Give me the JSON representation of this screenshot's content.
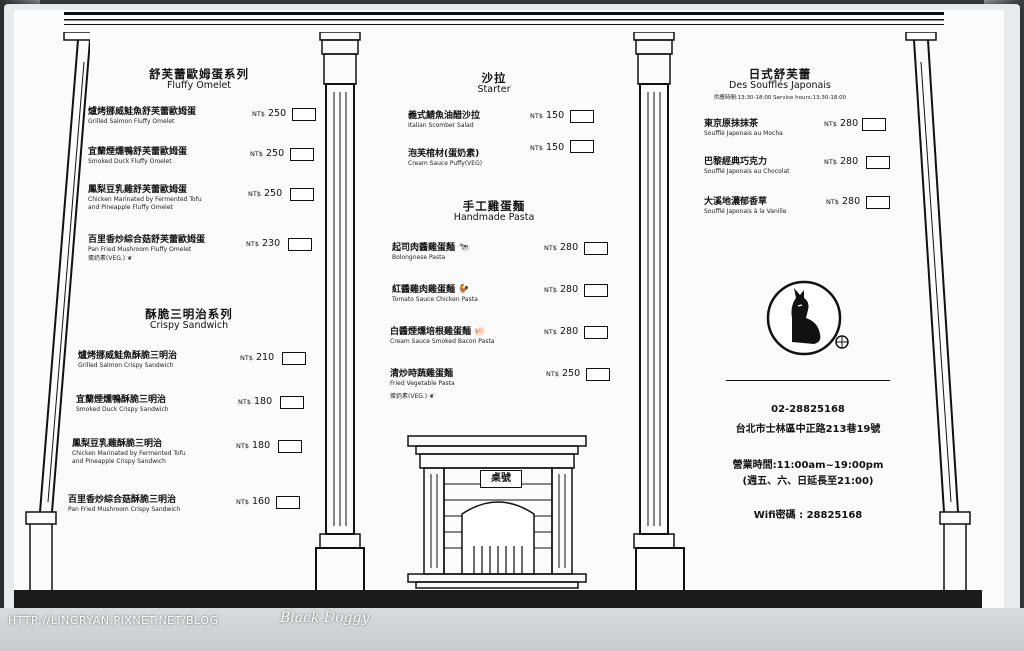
{
  "left": {
    "omelet": {
      "title_zh": "舒芙蕾歐姆蛋系列",
      "title_en": "Fluffy Omelet",
      "items": [
        {
          "zh": "爐烤挪威鮭魚舒芙蕾歐姆蛋",
          "en": "Grilled Salmon Fluffy Omelet",
          "en2": "",
          "cur": "NT$",
          "price": "250",
          "note": ""
        },
        {
          "zh": "宜蘭煙燻鴨舒芙蕾歐姆蛋",
          "en": "Smoked Duck Fluffy Omelet",
          "en2": "",
          "cur": "NT$",
          "price": "250",
          "note": ""
        },
        {
          "zh": "鳳梨豆乳雞舒芙蕾歐姆蛋",
          "en": "Chicken Marinated by Fermented Tofu",
          "en2": "and Pineapple Fluffy Omelet",
          "cur": "NT$",
          "price": "250",
          "note": ""
        },
        {
          "zh": "百里香炒綜合菇舒芙蕾歐姆蛋",
          "en": "Pan Fried Mushroom Fluffy Omelet",
          "en2": "",
          "cur": "NT$",
          "price": "230",
          "note": "蛋奶素(VEG.)"
        }
      ]
    },
    "sandwich": {
      "title_zh": "酥脆三明治系列",
      "title_en": "Crispy Sandwich",
      "items": [
        {
          "zh": "爐烤挪威鮭魚酥脆三明治",
          "en": "Grilled Salmon Crispy Sandwich",
          "en2": "",
          "cur": "NT$",
          "price": "210"
        },
        {
          "zh": "宜蘭煙燻鴨酥脆三明治",
          "en": "Smoked Duck Crispy Sandwich",
          "en2": "",
          "cur": "NT$",
          "price": "180"
        },
        {
          "zh": "鳳梨豆乳雞酥脆三明治",
          "en": "Chicken Marinated by Fermented Tofu",
          "en2": "and Pineapple Crispy Sandwich",
          "cur": "NT$",
          "price": "180"
        },
        {
          "zh": "百里香炒綜合菇酥脆三明治",
          "en": "Pan Fried Mushroom Crispy Sandwich",
          "en2": "",
          "cur": "NT$",
          "price": "160"
        }
      ]
    }
  },
  "middle": {
    "starter": {
      "title_zh": "沙拉",
      "title_en": "Starter",
      "items": [
        {
          "zh": "義式鯖魚油醋沙拉",
          "en": "Italian Scomber Salad",
          "cur": "NT$",
          "price": "150"
        },
        {
          "zh": "泡芙棺材(蛋奶素)",
          "en": "Cream Sauce Puffy(VEG)",
          "cur": "NT$",
          "price": "150"
        }
      ]
    },
    "pasta": {
      "title_zh": "手工雞蛋麵",
      "title_en": "Handmade Pasta",
      "items": [
        {
          "zh": "起司肉醬雞蛋麵",
          "en": "Bolongnese Pasta",
          "cur": "NT$",
          "price": "280",
          "note": ""
        },
        {
          "zh": "紅醬雞肉雞蛋麵",
          "en": "Tomato Sauce Chicken Pasta",
          "cur": "NT$",
          "price": "280",
          "note": ""
        },
        {
          "zh": "白醬煙燻培根雞蛋麵",
          "en": "Cream Sauce Smoked Bacon Pasta",
          "cur": "NT$",
          "price": "280",
          "note": ""
        },
        {
          "zh": "清炒時蔬雞蛋麵",
          "en": "Fried Vegetable Pasta",
          "cur": "NT$",
          "price": "250",
          "note": "蛋奶素(VEG.)"
        }
      ]
    },
    "fireplace_label": "桌號"
  },
  "right": {
    "souffle": {
      "title_zh": "日式舒芙蕾",
      "title_en": "Des Soufflés Japonais",
      "hours_note": "供應時間:13:30-18:00  Service hours:13:30-18:00",
      "items": [
        {
          "zh": "東京原抹抹茶",
          "en": "Soufflé Japonais au Mocha",
          "cur": "NT$",
          "price": "280"
        },
        {
          "zh": "巴黎經典巧克力",
          "en": "Soufflé Japonais au Chocolat",
          "cur": "NT$",
          "price": "280"
        },
        {
          "zh": "大溪地濃郁香草",
          "en": "Soufflé Japonais à la Vanille",
          "cur": "NT$",
          "price": "280"
        }
      ]
    },
    "phone": "02-28825168",
    "address": "台北市士林區中正路213巷19號",
    "hours": "營業時間:11:00am~19:00pm",
    "hours_extended": "(週五、六、日延長至21:00)",
    "wifi": "Wifi密碼 : 28825168"
  },
  "watermark": {
    "url": "HTTP://LINGRYAN.PIXNET.NET/BLOG",
    "script": "Black Doggy"
  },
  "colors": {
    "ink": "#111111",
    "paper": "#fbfbfb"
  }
}
